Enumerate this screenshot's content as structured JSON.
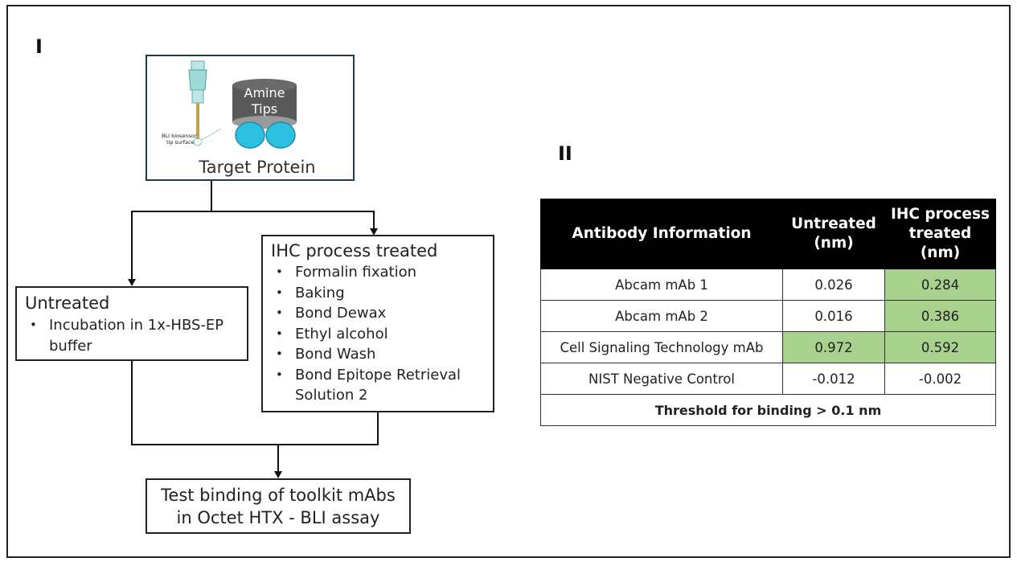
{
  "panel_labels": {
    "left": "I",
    "right": "II"
  },
  "target_box": {
    "cylinder_label_line1": "Amine",
    "cylinder_label_line2": "Tips",
    "sensor_label_line1": "BLI biosensor",
    "sensor_label_line2": "tip surface",
    "caption": "Target Protein"
  },
  "untreated_box": {
    "title": "Untreated",
    "items": [
      "Incubation in 1x-HBS-EP buffer"
    ]
  },
  "ihc_box": {
    "title": "IHC process treated",
    "items": [
      "Formalin fixation",
      "Baking",
      "Bond Dewax",
      "Ethyl alcohol",
      "Bond Wash",
      "Bond Epitope Retrieval Solution 2"
    ]
  },
  "test_box": {
    "line1": "Test binding of toolkit mAbs",
    "line2": "in Octet HTX - BLI assay"
  },
  "table": {
    "headers": [
      "Antibody Information",
      "Untreated (nm)",
      "IHC process treated (nm)"
    ],
    "rows": [
      [
        "Abcam mAb 1",
        "0.026",
        "0.284"
      ],
      [
        "Abcam mAb 2",
        "0.016",
        "0.386"
      ],
      [
        "Cell Signaling Technology mAb",
        "0.972",
        "0.592"
      ],
      [
        "NIST Negative Control",
        "-0.012",
        "-0.002"
      ]
    ],
    "footer": "Threshold for binding > 0.1 nm",
    "highlight_color": "#a9d18e"
  },
  "colors": {
    "header_bg": "#000000",
    "target_box_border": "#1f3a4d",
    "cylinder": "#5a5959",
    "discs": "#2ec0e0"
  }
}
